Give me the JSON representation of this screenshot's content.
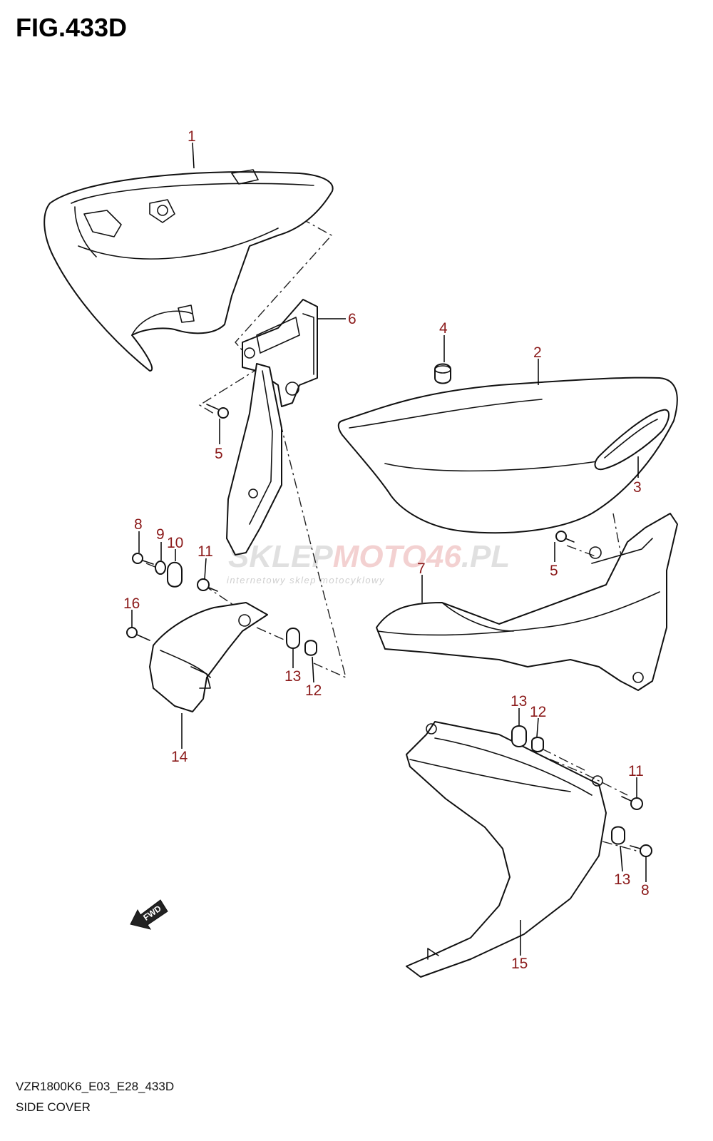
{
  "figure": {
    "title": "FIG.433D",
    "code": "VZR1800K6_E03_E28_433D",
    "subtitle": "SIDE COVER"
  },
  "watermark": {
    "brand_part1": "SKLEP",
    "brand_part2": "MOTO46",
    "brand_part3": ".PL",
    "tagline": "internetowy sklep motocyklowy"
  },
  "fwd_label": "FWD",
  "callouts": [
    "1",
    "2",
    "3",
    "4",
    "5",
    "5",
    "6",
    "7",
    "8",
    "9",
    "10",
    "11",
    "16",
    "13",
    "12",
    "14",
    "13",
    "12",
    "11",
    "13",
    "8",
    "15"
  ],
  "colors": {
    "callout": "#8b1a1a",
    "line": "#111111",
    "watermark": "#d9d9d9"
  }
}
